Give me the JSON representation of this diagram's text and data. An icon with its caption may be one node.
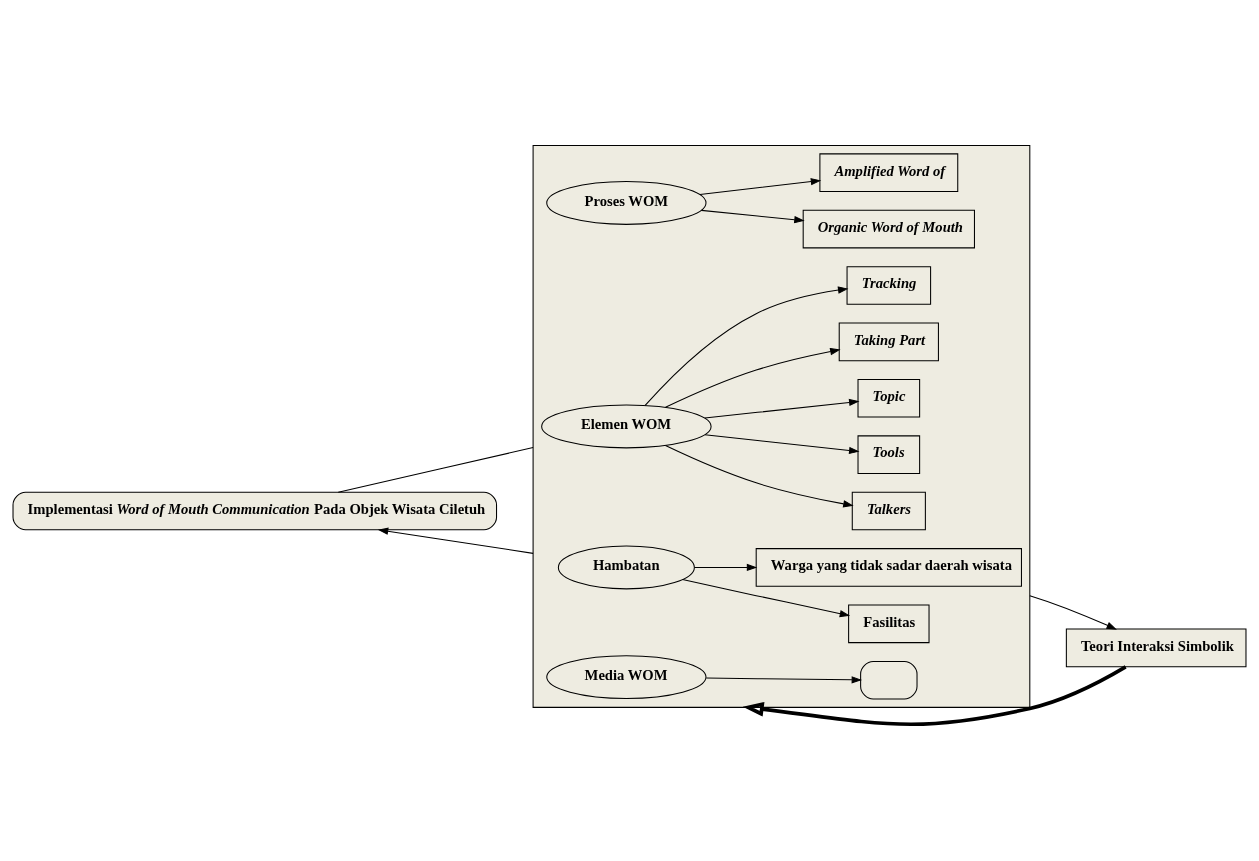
{
  "diagram": {
    "nodes": [
      {
        "text": [],
        "shape": "box"
      },
      {
        "text": [
          "Proses WOM"
        ],
        "in": 0
      },
      {
        "text": [
          "Organic Word of Mouth"
        ],
        "in": 0
      },
      {
        "text": [
          "Amplified Word of"
        ],
        "in": 0
      },
      {
        "text": [
          "Elemen WOM"
        ],
        "in": 0
      },
      {
        "text": [
          "Talkers"
        ],
        "in": 0
      },
      {
        "text": [
          "Tools"
        ],
        "in": 0
      },
      {
        "text": [
          "Topic"
        ],
        "in": 0
      },
      {
        "text": [
          "Taking Part"
        ],
        "in": 0
      },
      {
        "text": [
          "Tracking"
        ],
        "in": 0
      },
      {
        "text": [
          "Media WOM"
        ],
        "in": 0
      },
      {
        "text": [],
        "shape": "box",
        "in": 0
      },
      {
        "text": [
          "Hambatan"
        ],
        "in": 0
      },
      {
        "text": [
          "Fasilitas"
        ],
        "in": 0
      },
      {
        "text": [
          "Warga yang tidak sadar daerah wisata"
        ],
        "in": 0
      },
      {
        "text": [
          "Implementasi *Word of Mouth Communication* Pada Objek Wisata Ciletuh"
        ]
      },
      {
        "text": [
          "Teori Interaksi Simbolik"
        ]
      }
    ],
    "edges": [
      {
        "from": 1,
        "to": 2,
        "arrow": "to"
      },
      {
        "from": 1,
        "to": 3,
        "arrow": "to"
      },
      {
        "from": 4,
        "to": 5,
        "arrow": "to"
      },
      {
        "from": 4,
        "to": 6,
        "arrow": "to"
      },
      {
        "from": 4,
        "to": 7,
        "arrow": "to"
      },
      {
        "from": 4,
        "to": 8,
        "arrow": "to"
      },
      {
        "from": 4,
        "to": 9,
        "arrow": "to"
      },
      {
        "from": 10,
        "to": 11,
        "arrow": "to"
      },
      {
        "from": 12,
        "to": 13,
        "arrow": "to"
      },
      {
        "from": 12,
        "to": 14,
        "arrow": "to"
      },
      {
        "from": 15,
        "to": 0,
        "arrow": "none"
      },
      {
        "from": 0,
        "to": 15,
        "arrow": "to"
      },
      {
        "from": 16,
        "to": 0,
        "arrow": "to",
        "style": "thick"
      },
      {
        "from": 0,
        "to": 16,
        "arrow": "to"
      }
    ]
  }
}
